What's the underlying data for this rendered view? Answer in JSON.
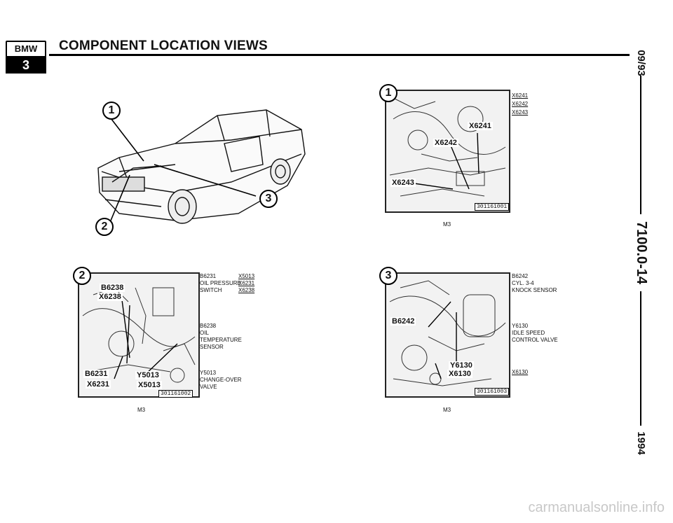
{
  "header": {
    "logo_top": "BMW",
    "logo_num": "3",
    "title": "COMPONENT LOCATION VIEWS"
  },
  "side": {
    "date": "09/93",
    "page": "7100.0-14",
    "year": "1994"
  },
  "car": {
    "callouts": [
      "1",
      "2",
      "3"
    ]
  },
  "panel1": {
    "number": "1",
    "labels": [
      "X6241",
      "X6242",
      "X6243"
    ],
    "image_no": "301161001",
    "connectors": [
      "X6241",
      "X6242",
      "X6243"
    ],
    "footer": "M3"
  },
  "panel2": {
    "number": "2",
    "labels": [
      "B6238",
      "X6238",
      "B6231",
      "X6231",
      "Y5013",
      "X5013"
    ],
    "image_no": "301161002",
    "entries": [
      {
        "lines": [
          "B6231",
          "OIL PRESSURE",
          "SWITCH"
        ],
        "connectors": [
          "X5013",
          "X6231",
          "X6238"
        ]
      },
      {
        "lines": [
          "B6238",
          "OIL",
          "TEMPERATURE",
          "SENSOR"
        ]
      },
      {
        "lines": [
          "Y5013",
          "CHANGE-OVER",
          "VALVE"
        ]
      }
    ],
    "footer": "M3"
  },
  "panel3": {
    "number": "3",
    "labels": [
      "B6242",
      "Y6130",
      "X6130"
    ],
    "image_no": "301161003",
    "entries": [
      {
        "lines": [
          "B6242",
          "CYL. 3-4",
          "KNOCK SENSOR"
        ]
      },
      {
        "lines": [
          "Y6130",
          "IDLE SPEED",
          "CONTROL VALVE"
        ]
      }
    ],
    "connectors": [
      "X6130"
    ],
    "footer": "M3"
  },
  "watermark": "carmanualsonline.info"
}
